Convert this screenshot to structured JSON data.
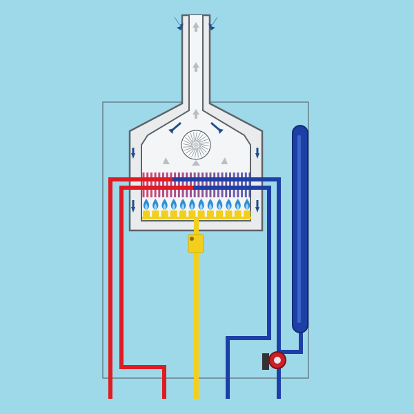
{
  "diagram": {
    "colors": {
      "background": "#9ed9ea",
      "casing": "#5a6b73",
      "flue_fill": "#e9ebed",
      "flue_outline": "#5c6369",
      "arrow_dark": "#1f4f8f",
      "arrow_light": "#b9bec3",
      "hot_pipe": "#e11b22",
      "cold_pipe": "#1d3fa6",
      "expansion_vessel": "#1d3fa6",
      "gas_pipe": "#f2cf1d",
      "flame_blue": "#2e8fd6",
      "pump_red": "#cc2027",
      "pump_dark": "#333333"
    },
    "parts": {
      "flue": "flue-pipe",
      "fan": "fan-icon",
      "heat_exchanger": "heat-exchanger",
      "burners": "gas-burner-row",
      "gas_valve": "gas-valve",
      "expansion_vessel": "expansion-vessel",
      "pump": "circulation-pump"
    },
    "burner_count": 12
  }
}
